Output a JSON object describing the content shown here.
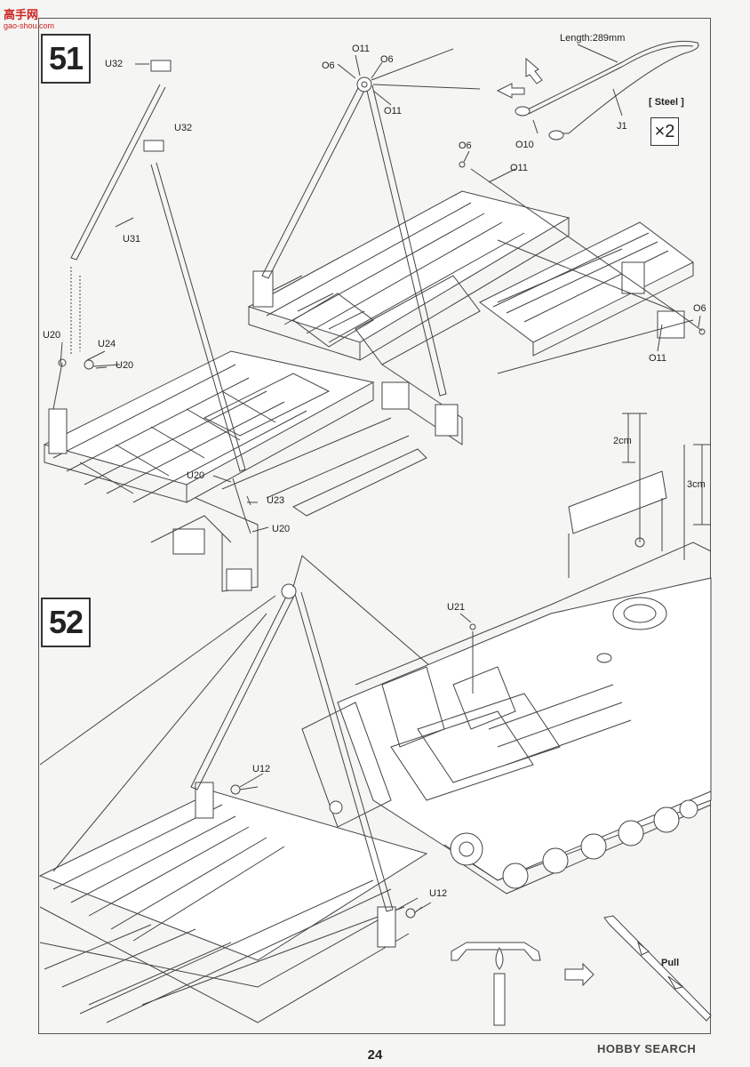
{
  "watermark": {
    "title": "高手网",
    "url": "gao-shou.com"
  },
  "steps": [
    {
      "number": "51"
    },
    {
      "number": "52"
    }
  ],
  "part_labels": {
    "u32_a": "U32",
    "u32_b": "U32",
    "u31": "U31",
    "u20_a": "U20",
    "u24": "U24",
    "u20_b": "U20",
    "u20_c": "U20",
    "u23": "U23",
    "u20_d": "U20",
    "o11_a": "O11",
    "o6_a": "O6",
    "o6_b": "O6",
    "o11_b": "O11",
    "o6_c": "O6",
    "o11_c": "O11",
    "o6_d": "O6",
    "o11_d": "O11",
    "o10": "O10",
    "j1": "J1",
    "u21": "U21",
    "u12_a": "U12",
    "u12_b": "U12"
  },
  "cable": {
    "length": "Length:289mm",
    "material": "[ Steel ]",
    "multiplier": "×2"
  },
  "measures": {
    "m2": "2cm",
    "m3": "3cm"
  },
  "pull_label": "Pull",
  "page_number": "24",
  "brand": "HOBBY SEARCH"
}
